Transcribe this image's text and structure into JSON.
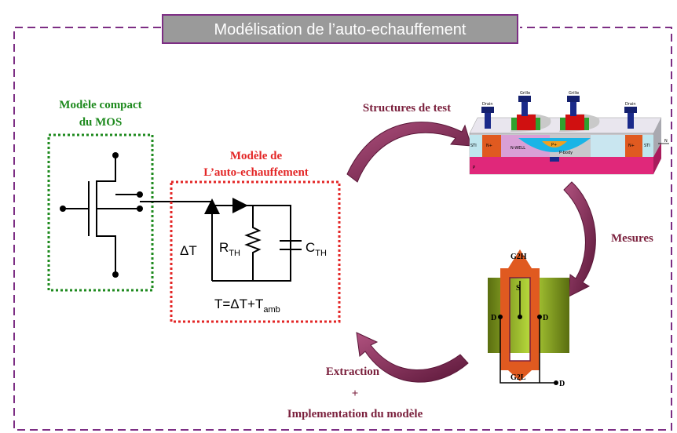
{
  "title": "Modélisation de l’auto-echauffement",
  "compact_model": {
    "line1": "Modèle compact",
    "line2": "du MOS"
  },
  "self_heating_model": {
    "line1": "Modèle de",
    "line2": "L’auto-echauffement",
    "delta_t": "ΔT",
    "r_label": "R",
    "r_sub": "TH",
    "c_label": "C",
    "c_sub": "TH",
    "equation": "T=ΔT+T",
    "equation_sub": "amb"
  },
  "structures_label": "Structures de test",
  "mesures_label": "Mesures",
  "extraction": {
    "line1": "Extraction",
    "line2": "+",
    "line3": "Implementation du modèle"
  },
  "cross_section": {
    "drain_left": "Drain",
    "grille_left": "Grille",
    "grille_right": "Grille",
    "drain_right": "Drain",
    "sti_left": "STI",
    "sti_right": "STI",
    "nplus_left": "N+",
    "nplus_right": "N+",
    "nwell": "N-WELL",
    "pplus": "P+",
    "pbody": "P-body",
    "psub": "P",
    "n_right": "N"
  },
  "layout_view": {
    "g2h": "G2H",
    "s": "S",
    "d_left": "D",
    "d_right": "D",
    "g2l": "G2L",
    "d_out": "D"
  },
  "colors": {
    "frame": "#7d2e84",
    "title_bg": "#9a9a9a",
    "green": "#1e8a1e",
    "red": "#e32626",
    "maroon": "#7a1f3c",
    "arrow": "#7a2452"
  }
}
